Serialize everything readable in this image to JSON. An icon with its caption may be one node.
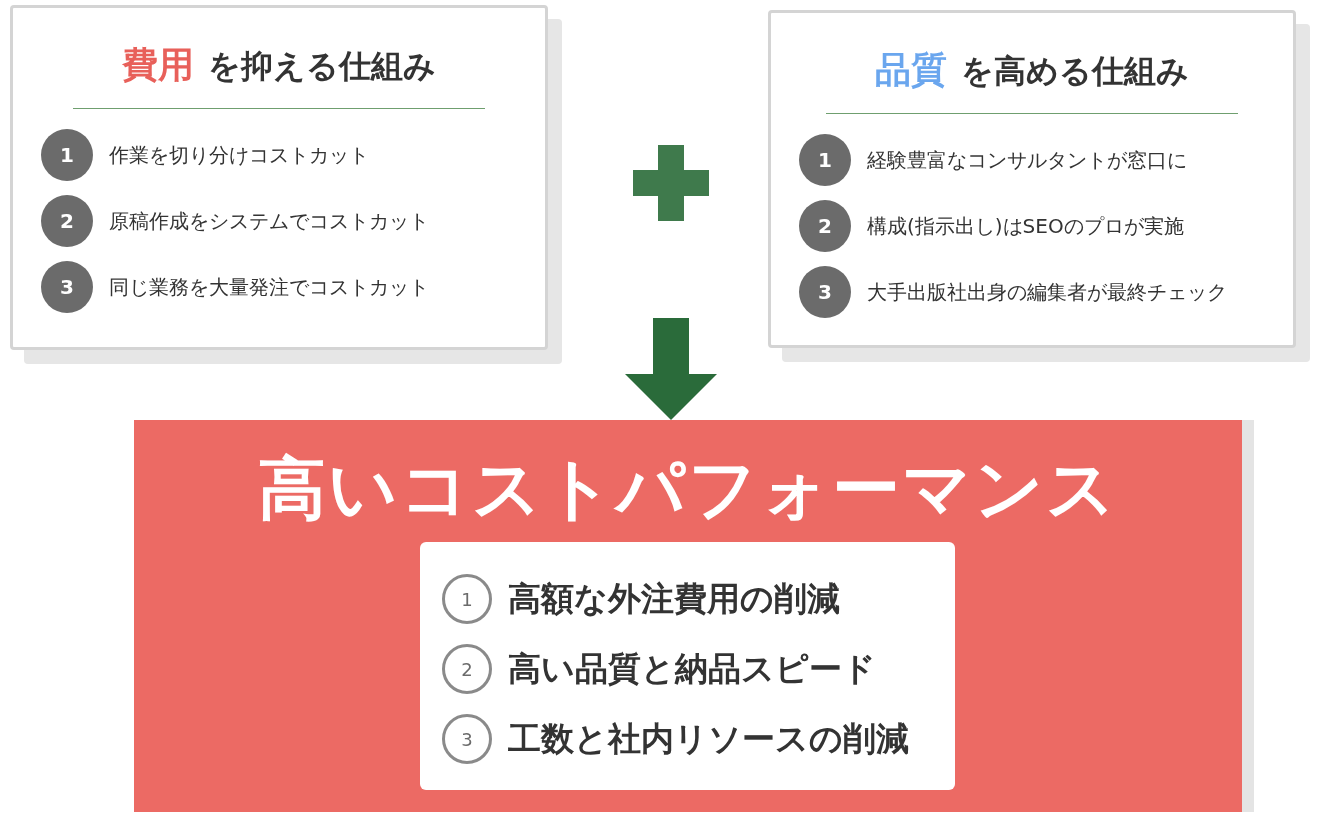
{
  "diagram": {
    "nodes": [
      {
        "text": [
          "費用",
          "を抑える仕組み",
          "1",
          "作業を切り分けコストカット",
          "2",
          "原稿作成をシステムでコストカット",
          "3",
          "同じ業務を大量発注でコストカット"
        ]
      },
      {
        "text": [
          "品質",
          "を高める仕組み",
          "1",
          "経験豊富なコンサルタントが窓口に",
          "2",
          "構成(指示出し)はSEOのプロが実施",
          "3",
          "大手出版社出身の編集者が最終チェック"
        ]
      },
      {
        "text": [
          "高いコストパフォーマンス"
        ]
      },
      {
        "text": [
          "1",
          "高額な外注費用の削減",
          "2",
          "高い品質と納品スピード",
          "3",
          "工数と社内リソースの削減"
        ],
        "in": 2
      }
    ],
    "edges": [
      {
        "from": null,
        "to": 2,
        "arrow": "to"
      }
    ]
  }
}
